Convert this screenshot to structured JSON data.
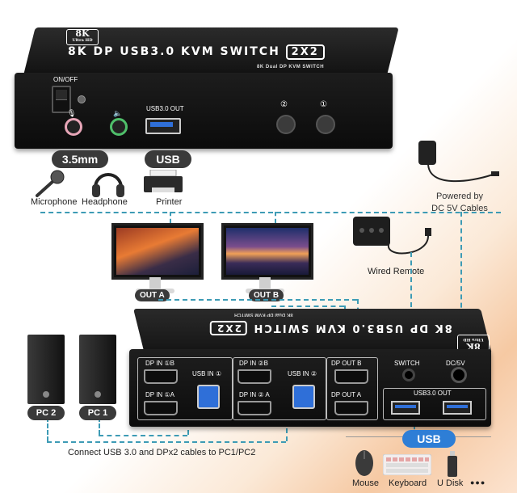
{
  "top_device": {
    "uhd_logo_main": "8K",
    "uhd_logo_sub": "Ultra HD",
    "title": "8K DP USB3.0 KVM SWITCH",
    "badge": "2X2",
    "subtitle": "8K Dual DP KVM SWITCH",
    "power_label": "ON/OFF",
    "usb_label": "USB3.0 OUT",
    "button_1": "①",
    "button_2": "②"
  },
  "audio_pill": "3.5mm",
  "usb_pill_top": "USB",
  "top_peripherals": [
    "Microphone",
    "Headphone",
    "Printer"
  ],
  "power_caption": [
    "Powered by",
    "DC 5V Cables"
  ],
  "remote_caption": "Wired Remote",
  "monitors": [
    "OUT A",
    "OUT B"
  ],
  "bottom_device": {
    "title": "8K DP USB3.0 KVM SWITCH",
    "badge": "2X2",
    "subtitle": "8K Dual DP KVM SWITCH",
    "uhd_logo_main": "8K",
    "uhd_logo_sub": "Ultra HD",
    "ports": {
      "dp_in_1b": "DP IN ①B",
      "dp_in_1a": "DP IN ①A",
      "usb_in_1": "USB IN ①",
      "dp_in_2b": "DP IN ②B",
      "dp_in_2a": "DP IN ② A",
      "usb_in_2": "USB IN ②",
      "dp_out_b": "DP OUT B",
      "dp_out_a": "DP OUT A",
      "switch": "SWITCH",
      "dc5v": "DC/5V",
      "usb_out": "USB3.0 OUT"
    }
  },
  "pcs": [
    "PC 2",
    "PC 1"
  ],
  "connect_caption": "Connect USB 3.0 and DPx2 cables to PC1/PC2",
  "usb_pill_bottom": "USB",
  "bottom_peripherals": [
    "Mouse",
    "Keyboard",
    "U Disk"
  ],
  "more_dots": "●●●"
}
